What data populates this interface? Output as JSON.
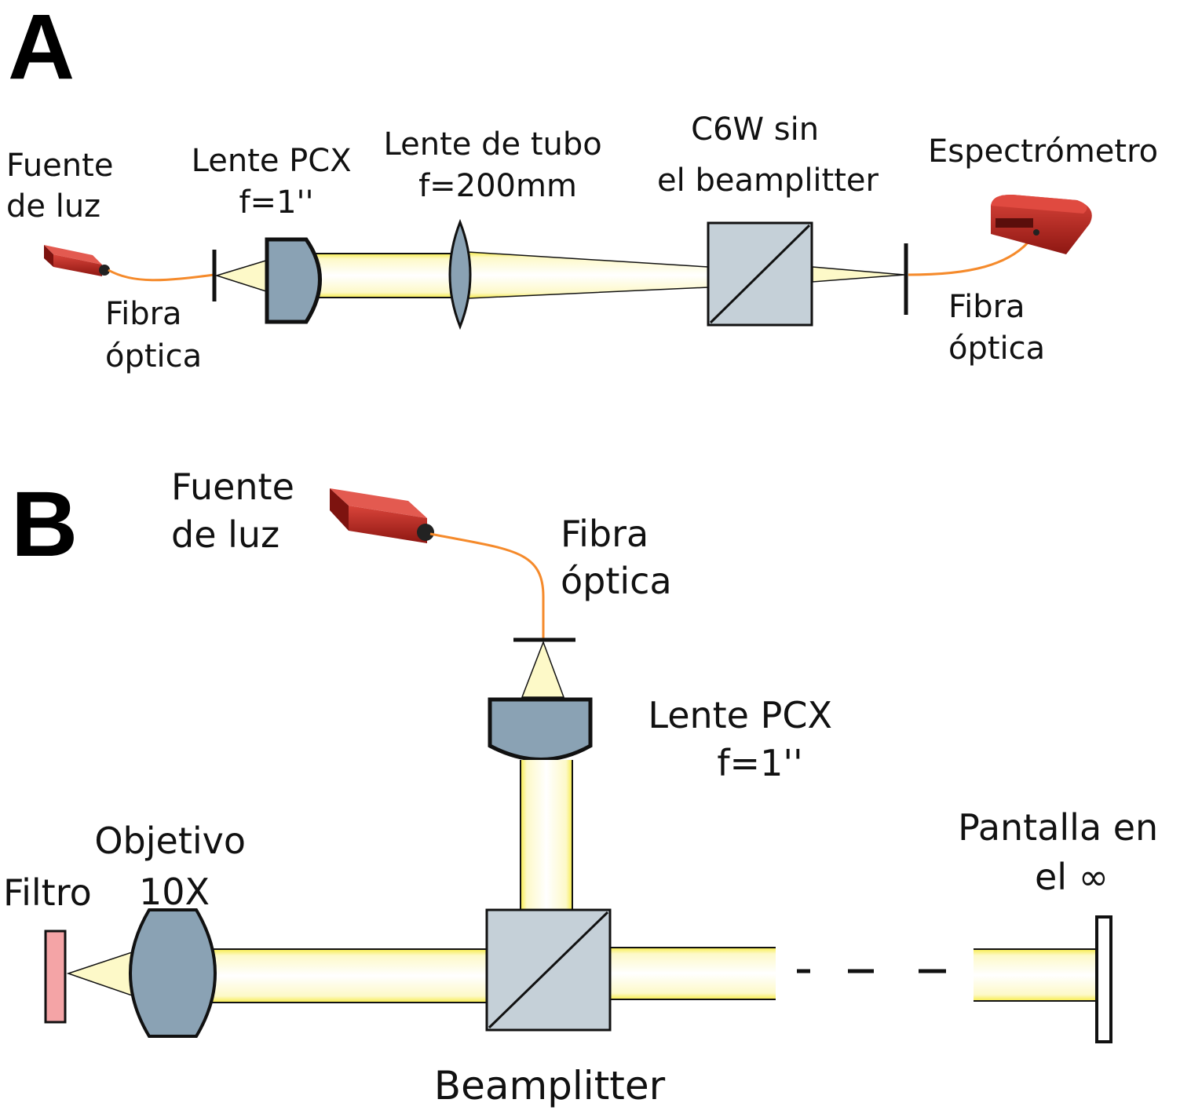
{
  "panel_a": {
    "letter": "A",
    "source_label": [
      "Fuente",
      "de luz"
    ],
    "fiber_in_label": [
      "Fibra",
      "óptica"
    ],
    "pcx_label": [
      "Lente PCX",
      "f=1''"
    ],
    "tube_label": [
      "Lente de tubo",
      "f=200mm"
    ],
    "cube_label": [
      "C6W sin",
      "el beamplitter"
    ],
    "spectrometer_label": "Espectrómetro",
    "fiber_out_label": [
      "Fibra",
      "óptica"
    ]
  },
  "panel_b": {
    "letter": "B",
    "source_label": [
      "Fuente",
      "de luz"
    ],
    "fiber_label": [
      "Fibra",
      "óptica"
    ],
    "pcx_label": [
      "Lente PCX",
      "f=1''"
    ],
    "filter_label": "Filtro",
    "objective_label": [
      "Objetivo",
      "10X"
    ],
    "beamsplitter_label": "Beamplitter",
    "screen_label": [
      "Pantalla en",
      "el ∞"
    ]
  },
  "colors": {
    "lens_fill": "#8aa2b4",
    "cube_fill": "#c5d0d8",
    "beam_yellow": "#fff7a8",
    "beam_edge": "#f3e84a",
    "fiber_orange": "#f58a2b",
    "device_red": "#b3221c",
    "filter_pink": "#f4a4a6"
  }
}
